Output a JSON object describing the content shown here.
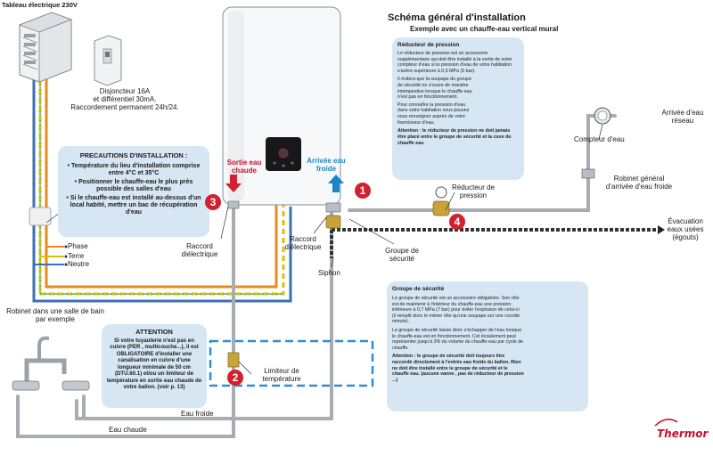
{
  "header": {
    "title": "Schéma général d'installation",
    "subtitle": "Exemple avec un chauffe-eau vertical mural"
  },
  "electrical": {
    "panel": "Tableau électrique 230V",
    "breaker_line1": "Disjoncteur 16A",
    "breaker_line2": "et différentiel 30mA.",
    "breaker_line3": "Raccordement permanent 24h/24.",
    "phase": "Phase",
    "terre": "Terre",
    "neutre": "Neutre"
  },
  "precautions": {
    "title": "PRECAUTIONS D'INSTALLATION :",
    "items": [
      "• Température du lieu d'installation comprise entre 4°C et 35°C",
      "• Positionner le chauffe-eau le plus près possible des salles d'eau",
      "• Si le chauffe-eau est installé au-dessus d'un local habité, mettre un bac de récupération d'eau"
    ]
  },
  "heater": {
    "outlet_hot": "Sortie eau chaude",
    "inlet_cold": "Arrivée eau froide"
  },
  "labels": {
    "raccord_left": "Raccord diélectrique",
    "raccord_right": "Raccord diélectrique",
    "siphon": "Siphon",
    "groupe": "Groupe de sécurité",
    "reducteur": "Réducteur de pression",
    "compteur": "Compteur d'eau",
    "arrivee_reseau": "Arrivée d'eau réseau",
    "robinet_general": "Robinet général d'arrivée d'eau froide",
    "evacuation": "Évacuation eaux usées (égouts)",
    "limiteur": "Limiteur de température",
    "robinet_bain": "Robinet dans une salle de bain par exemple",
    "eau_froide": "Eau froide",
    "eau_chaude": "Eau chaude"
  },
  "reducteur_box": {
    "title": "Réducteur de pression",
    "p1": "Le réducteur de pression est un accessoire supplémentaire qui doit être installé à la sortie de votre compteur d'eau si la pression d'eau de votre habitation s'avère supérieure à 0,5 MPa (5 bar).",
    "p2": "Il évitera que la soupape du groupe de sécurité ne s'ouvre de manière intempestive lorsque le chauffe-eau n'est pas en fonctionnement.",
    "p3": "Pour connaître la pression d'eau dans votre habitation vous pouvez vous renseigner auprès de votre fournisseur d'eau.",
    "attention": "Attention : le réducteur de pression ne doit jamais être placé entre le groupe de sécurité et la cuve du chauffe eau"
  },
  "groupe_box": {
    "title": "Groupe de sécurité",
    "p1": "Le groupe de sécurité est un accessoire obligatoire. Son rôle est de maintenir à l'intérieur du chauffe-eau une pression inférieure à 0,7 MPa (7 bar) pour éviter l'explosion de celui-ci (il remplit donc le même rôle qu'une soupape sur une cocotte minute).",
    "p2": "Le groupe de sécurité laisse donc s'échapper de l'eau lorsque le chauffe-eau est en fonctionnement. Cet écoulement peut représenter jusqu'à 3% du volume du chauffe-eau par cycle de chauffe.",
    "attention": "Attention : le groupe de sécurité doit toujours être raccordé directement à l'entrée eau froide du ballon. Rien ne doit être installé entre le groupe de sécurité et le chauffe eau. (aucune vanne , pas de réducteur de pression ...)"
  },
  "attention_box": {
    "title": "ATTENTION",
    "text": "Si votre tuyauterie n'est pas en cuivre (PER , multicouche...), il est OBLIGATOIRE d'installer une canalisation en cuivre d'une longueur minimale de 50 cm (DTU.60.1) et/ou un limiteur de température en sortie eau chaude de votre ballon. (voir p. 13)"
  },
  "markers": [
    "1",
    "2",
    "3",
    "4"
  ],
  "brand": "Thermor",
  "colors": {
    "box_blue": "#d6e6f3",
    "marker_red": "#d3202f",
    "hot_red": "#c8102e",
    "cold_blue": "#1a86c8",
    "pipe_gray": "#a7adb3"
  }
}
